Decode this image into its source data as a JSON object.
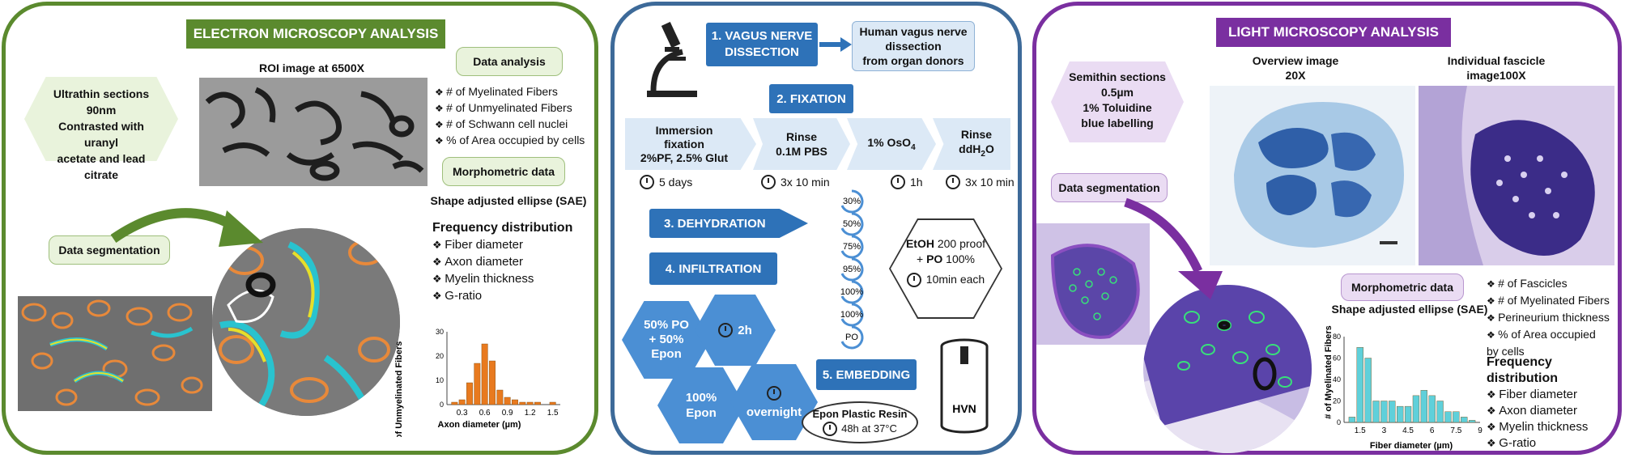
{
  "em": {
    "title": "ELECTRON MICROSCOPY ANALYSIS",
    "sections_box": [
      "Ultrathin sections",
      "90nm",
      "Contrasted with uranyl",
      "acetate and lead citrate"
    ],
    "roi_label": "ROI image at 6500X",
    "data_analysis": "Data analysis",
    "analysis_items": [
      "# of Myelinated Fibers",
      "# of Unmyelinated Fibers",
      "# of Schwann cell nuclei",
      "% of Area occupied by cells"
    ],
    "morphometric": "Morphometric data",
    "sae": "Shape adjusted ellipse (SAE)",
    "freq_title": "Frequency distribution",
    "freq_items": [
      "Fiber diameter",
      "Axon diameter",
      "Myelin thickness",
      "G-ratio"
    ],
    "segmentation": "Data segmentation"
  },
  "mid": {
    "step1": [
      "1. VAGUS NERVE",
      "DISSECTION"
    ],
    "donor": [
      "Human vagus nerve",
      "dissection",
      "from organ donors"
    ],
    "step2": "2. FIXATION",
    "fix1": [
      "Immersion",
      "fixation",
      "2%PF, 2.5% Glut"
    ],
    "fix2": [
      "Rinse",
      "0.1M PBS"
    ],
    "fix3_pre": "1% OsO",
    "fix3_sub": "4",
    "fix4_pre": "Rinse",
    "fix4_main": "ddH",
    "fix4_sub": "2",
    "fix4_post": "O",
    "t1": "5 days",
    "t2": "3x 10 min",
    "t3": "1h",
    "t4": "3x 10 min",
    "step3": "3. DEHYDRATION",
    "step4": "4. INFILTRATION",
    "step5": "5. EMBEDDING",
    "percents": [
      "30%",
      "50%",
      "75%",
      "95%",
      "100%",
      "100%",
      "PO"
    ],
    "etoh_bold": "EtOH",
    "etoh_rest": " 200 proof",
    "po_plus": "+ ",
    "po_bold": "PO",
    "po_rest": " 100%",
    "each": "10min each",
    "hex1": [
      "50% PO",
      "+ 50%",
      "Epon"
    ],
    "hex2": "2h",
    "hex3": [
      "100%",
      "Epon"
    ],
    "hex4": "overnight",
    "resin": "Epon Plastic Resin",
    "resin_time": "48h at 37°C",
    "hvn": "HVN"
  },
  "lm": {
    "title": "LIGHT MICROSCOPY ANALYSIS",
    "sections_box": [
      "Semithin sections",
      "0.5µm",
      "1% Toluidine",
      "blue labelling"
    ],
    "overview": [
      "Overview image",
      "20X"
    ],
    "fascicle": [
      "Individual fascicle",
      "image100X"
    ],
    "segmentation": "Data segmentation",
    "morphometric": "Morphometric data",
    "sae": "Shape adjusted ellipse (SAE)",
    "analysis_items": [
      "# of Fascicles",
      "# of Myelinated Fibers",
      "Perineurium thickness",
      "% of Area occupied",
      "by cells"
    ],
    "freq_title": "Frequency distribution",
    "freq_items": [
      "Fiber diameter",
      "Axon diameter",
      "Myelin thickness",
      "G-ratio"
    ]
  },
  "colors": {
    "em_green": "#5b8a2e",
    "mid_blue": "#3d6a99",
    "lm_purple": "#7a2fa0",
    "step_blue": "#2e72b8",
    "em_bar": "#e87a1f",
    "lm_bar": "#5fd0da"
  },
  "chart_data": [
    {
      "type": "bar",
      "xlabel": "Axon diameter (µm)",
      "ylabel": "# of Unmyelinated Fibers",
      "x": [
        0.2,
        0.3,
        0.4,
        0.5,
        0.6,
        0.7,
        0.8,
        0.9,
        1.0,
        1.1,
        1.2,
        1.3,
        1.4,
        1.5
      ],
      "values": [
        1,
        2,
        9,
        17,
        25,
        18,
        6,
        3,
        2,
        1,
        1,
        1,
        0,
        1
      ],
      "x_ticks": [
        "0.3",
        "0.6",
        "0.9",
        "1.2",
        "1.5"
      ],
      "y_ticks": [
        "0",
        "10",
        "20",
        "30"
      ],
      "ylim": [
        0,
        30
      ],
      "bar_color": "#e87a1f"
    },
    {
      "type": "bar",
      "xlabel": "Fiber diameter (µm)",
      "ylabel": "# of Myelinated Fibers",
      "x": [
        1.0,
        1.5,
        2.0,
        2.5,
        3.0,
        3.5,
        4.0,
        4.5,
        5.0,
        5.5,
        6.0,
        6.5,
        7.0,
        7.5,
        8.0,
        8.5
      ],
      "values": [
        5,
        70,
        60,
        20,
        20,
        20,
        15,
        15,
        25,
        30,
        25,
        20,
        10,
        10,
        5,
        2
      ],
      "x_ticks": [
        "1.5",
        "3",
        "4.5",
        "6",
        "7.5",
        "9"
      ],
      "y_ticks": [
        "0",
        "20",
        "40",
        "60",
        "80"
      ],
      "ylim": [
        0,
        80
      ],
      "bar_color": "#5fd0da"
    }
  ]
}
